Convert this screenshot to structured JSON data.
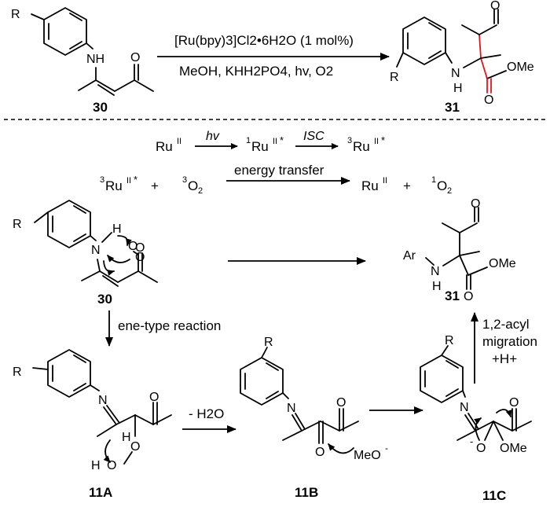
{
  "reaction_top": {
    "conditions_line1": "[Ru(bpy)3]Cl2•6H2O (1 mol%)",
    "conditions_line2": "MeOH, KHH2PO4, hv, O2",
    "substrate_number": "30",
    "product_number": "31",
    "substituent_r": "R",
    "nh_label": "NH",
    "o_label": "O",
    "n_h_label": "N",
    "h_label": "H",
    "ome_label": "OMe"
  },
  "energy": {
    "ru2": "Ru",
    "ru_sup": "II",
    "hv": "hv",
    "one": "1",
    "isc": "ISC",
    "three": "3",
    "star": "*",
    "plus": "+",
    "o2_label": "O",
    "o2_sub": "2",
    "energy_transfer": "energy transfer"
  },
  "mechanism": {
    "ene_label": "ene-type reaction",
    "minus_h2o": "- H2O",
    "acyl_line1": "1,2-acyl",
    "acyl_line2": "migration",
    "acyl_line3": "+H+",
    "ar": "Ar",
    "meo_minus": "MeO",
    "minus": "-",
    "ho": "HO",
    "label_30": "30",
    "label_31": "31",
    "label_11a": "11A",
    "label_11b": "11B",
    "label_11c": "11C",
    "r": "R",
    "n": "N",
    "h": "H",
    "o": "O",
    "nh": "NH",
    "ome": "OMe"
  }
}
